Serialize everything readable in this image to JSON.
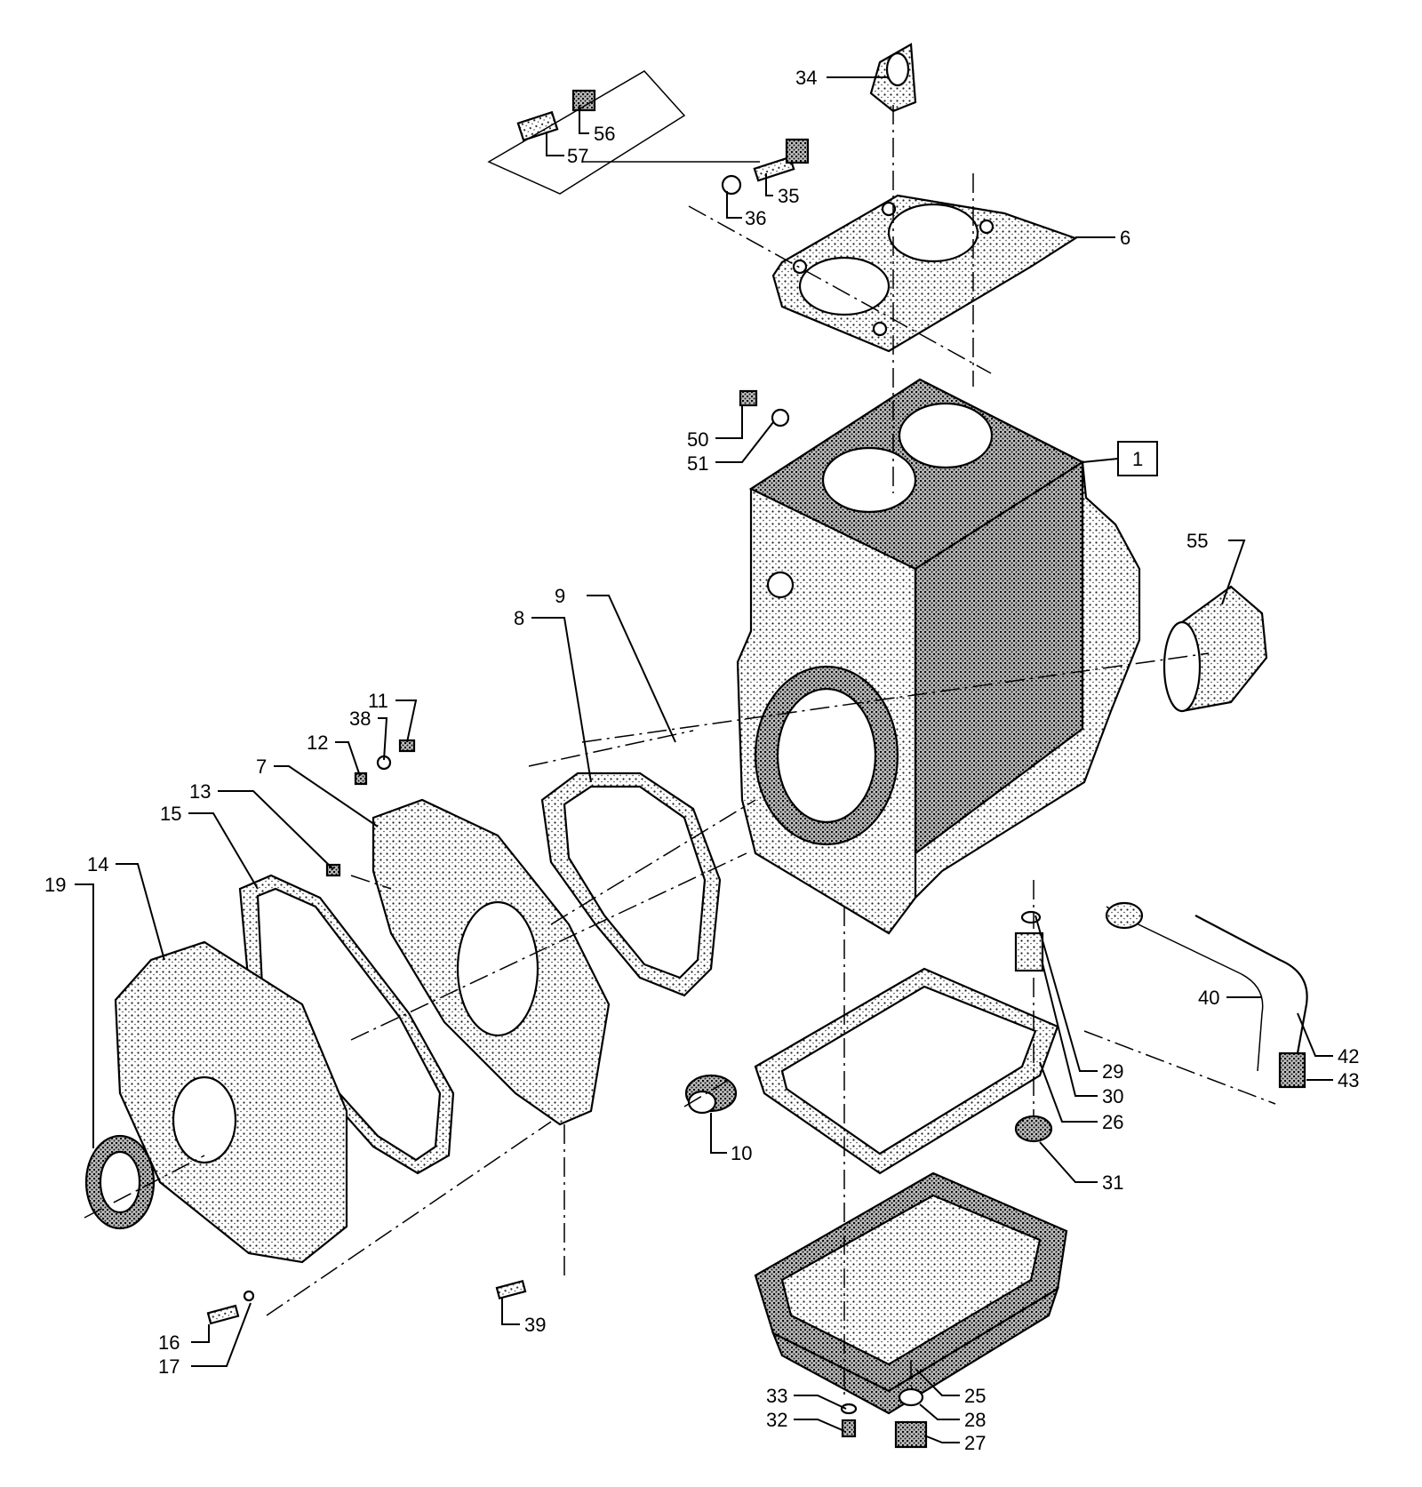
{
  "diagram": {
    "callouts": [
      {
        "id": "34",
        "text": "34"
      },
      {
        "id": "56",
        "text": "56"
      },
      {
        "id": "57",
        "text": "57"
      },
      {
        "id": "35",
        "text": "35"
      },
      {
        "id": "36",
        "text": "36"
      },
      {
        "id": "6",
        "text": "6"
      },
      {
        "id": "50",
        "text": "50"
      },
      {
        "id": "51",
        "text": "51"
      },
      {
        "id": "1",
        "text": "1"
      },
      {
        "id": "55",
        "text": "55"
      },
      {
        "id": "9",
        "text": "9"
      },
      {
        "id": "8",
        "text": "8"
      },
      {
        "id": "11",
        "text": "11"
      },
      {
        "id": "38",
        "text": "38"
      },
      {
        "id": "12",
        "text": "12"
      },
      {
        "id": "7",
        "text": "7"
      },
      {
        "id": "13",
        "text": "13"
      },
      {
        "id": "15",
        "text": "15"
      },
      {
        "id": "14",
        "text": "14"
      },
      {
        "id": "19",
        "text": "19"
      },
      {
        "id": "40",
        "text": "40"
      },
      {
        "id": "42",
        "text": "42"
      },
      {
        "id": "43",
        "text": "43"
      },
      {
        "id": "29",
        "text": "29"
      },
      {
        "id": "30",
        "text": "30"
      },
      {
        "id": "26",
        "text": "26"
      },
      {
        "id": "31",
        "text": "31"
      },
      {
        "id": "10",
        "text": "10"
      },
      {
        "id": "39",
        "text": "39"
      },
      {
        "id": "16",
        "text": "16"
      },
      {
        "id": "17",
        "text": "17"
      },
      {
        "id": "25",
        "text": "25"
      },
      {
        "id": "33",
        "text": "33"
      },
      {
        "id": "28",
        "text": "28"
      },
      {
        "id": "32",
        "text": "32"
      },
      {
        "id": "27",
        "text": "27"
      }
    ]
  }
}
